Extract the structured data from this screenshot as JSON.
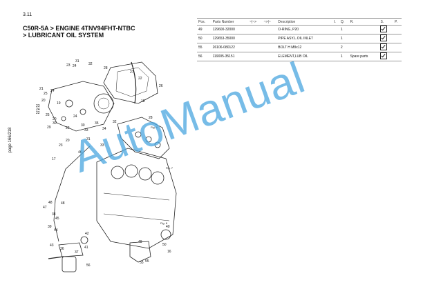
{
  "page": {
    "section": "3.11",
    "title_line1": "C50R-5A > ENGINE 4TNV94FHT-NTBC",
    "title_line2": "> LUBRICANT OIL SYSTEM",
    "page_label": "page 166/218"
  },
  "table": {
    "headers": [
      "Pos.",
      "Parts Number",
      "~|~>",
      "~>|~",
      "Description",
      "I.",
      "Q.",
      "R.",
      "S.",
      "P."
    ],
    "rows": [
      {
        "pos": "49",
        "part": "129600-32000",
        "desc": "O-RING, P20",
        "q": "1",
        "r": "",
        "checked": true
      },
      {
        "pos": "50",
        "part": "129653-35000",
        "desc": "PIPE ASY.L.OIL INLET",
        "q": "1",
        "r": "",
        "checked": true
      },
      {
        "pos": "55",
        "part": "26106-080122",
        "desc": "BOLT H M8x12",
        "q": "2",
        "r": "",
        "checked": true
      },
      {
        "pos": "56",
        "part": "119005-35151",
        "desc": "ELEMENT,LUB OIL",
        "q": "1",
        "r": "Spare parts",
        "checked": true
      }
    ]
  },
  "callouts": [
    "31",
    "23",
    "24",
    "32",
    "28",
    "26",
    "27",
    "21",
    "25",
    "24",
    "20",
    "23",
    "24",
    "19",
    "25",
    "22",
    "24",
    "20",
    "30",
    "29",
    "22",
    "30",
    "33",
    "35",
    "34",
    "32",
    "31",
    "18",
    "28",
    "22",
    "20",
    "23",
    "33",
    "17",
    "46",
    "47",
    "48",
    "45",
    "48",
    "38",
    "39",
    "44",
    "43",
    "36",
    "37",
    "41",
    "42",
    "56",
    "16",
    "40",
    "49",
    "50",
    "55",
    "55"
  ],
  "fig_labels": [
    "Fig. 6",
    "Fig. 7",
    "Fig. 8"
  ],
  "watermark": "AutoManual",
  "colors": {
    "watermark": "#4aa6e0",
    "line": "#222222"
  }
}
